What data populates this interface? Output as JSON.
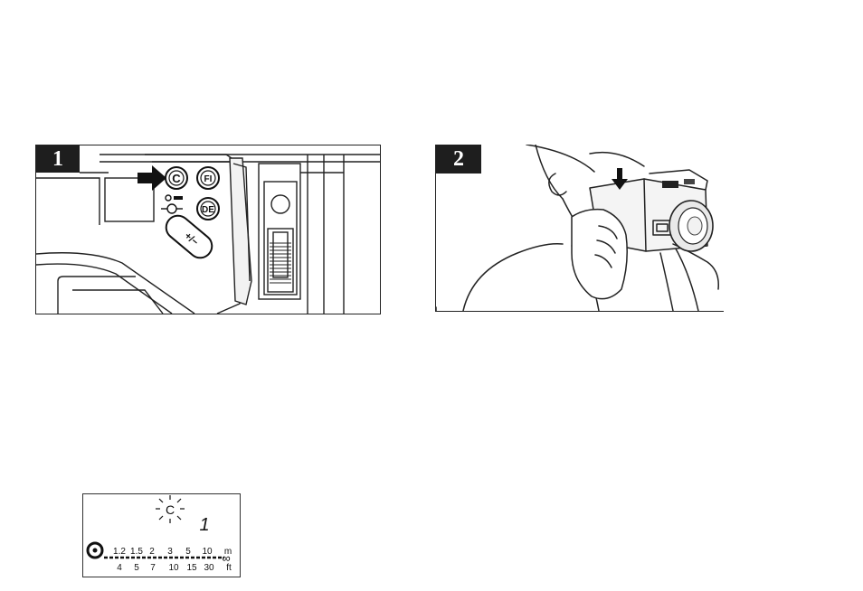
{
  "figure1": {
    "step_number": "1",
    "button_labels": {
      "c": "C",
      "fi": "FI",
      "de": "DE",
      "plus_minus": "+/−"
    }
  },
  "figure2": {
    "step_number": "2"
  },
  "lcd_display": {
    "mode_letter": "C",
    "frame_digit": "1",
    "meter_label": "m",
    "feet_label": "ft",
    "meter_scale": [
      "1.2",
      "1.5",
      "2",
      "3",
      "5",
      "10"
    ],
    "feet_scale": [
      "4",
      "5",
      "7",
      "10",
      "15",
      "30"
    ],
    "infinity_symbol": "∞"
  },
  "colors": {
    "ink": "#111111",
    "badge_bg": "#1e1e1e",
    "badge_text": "#ffffff"
  }
}
